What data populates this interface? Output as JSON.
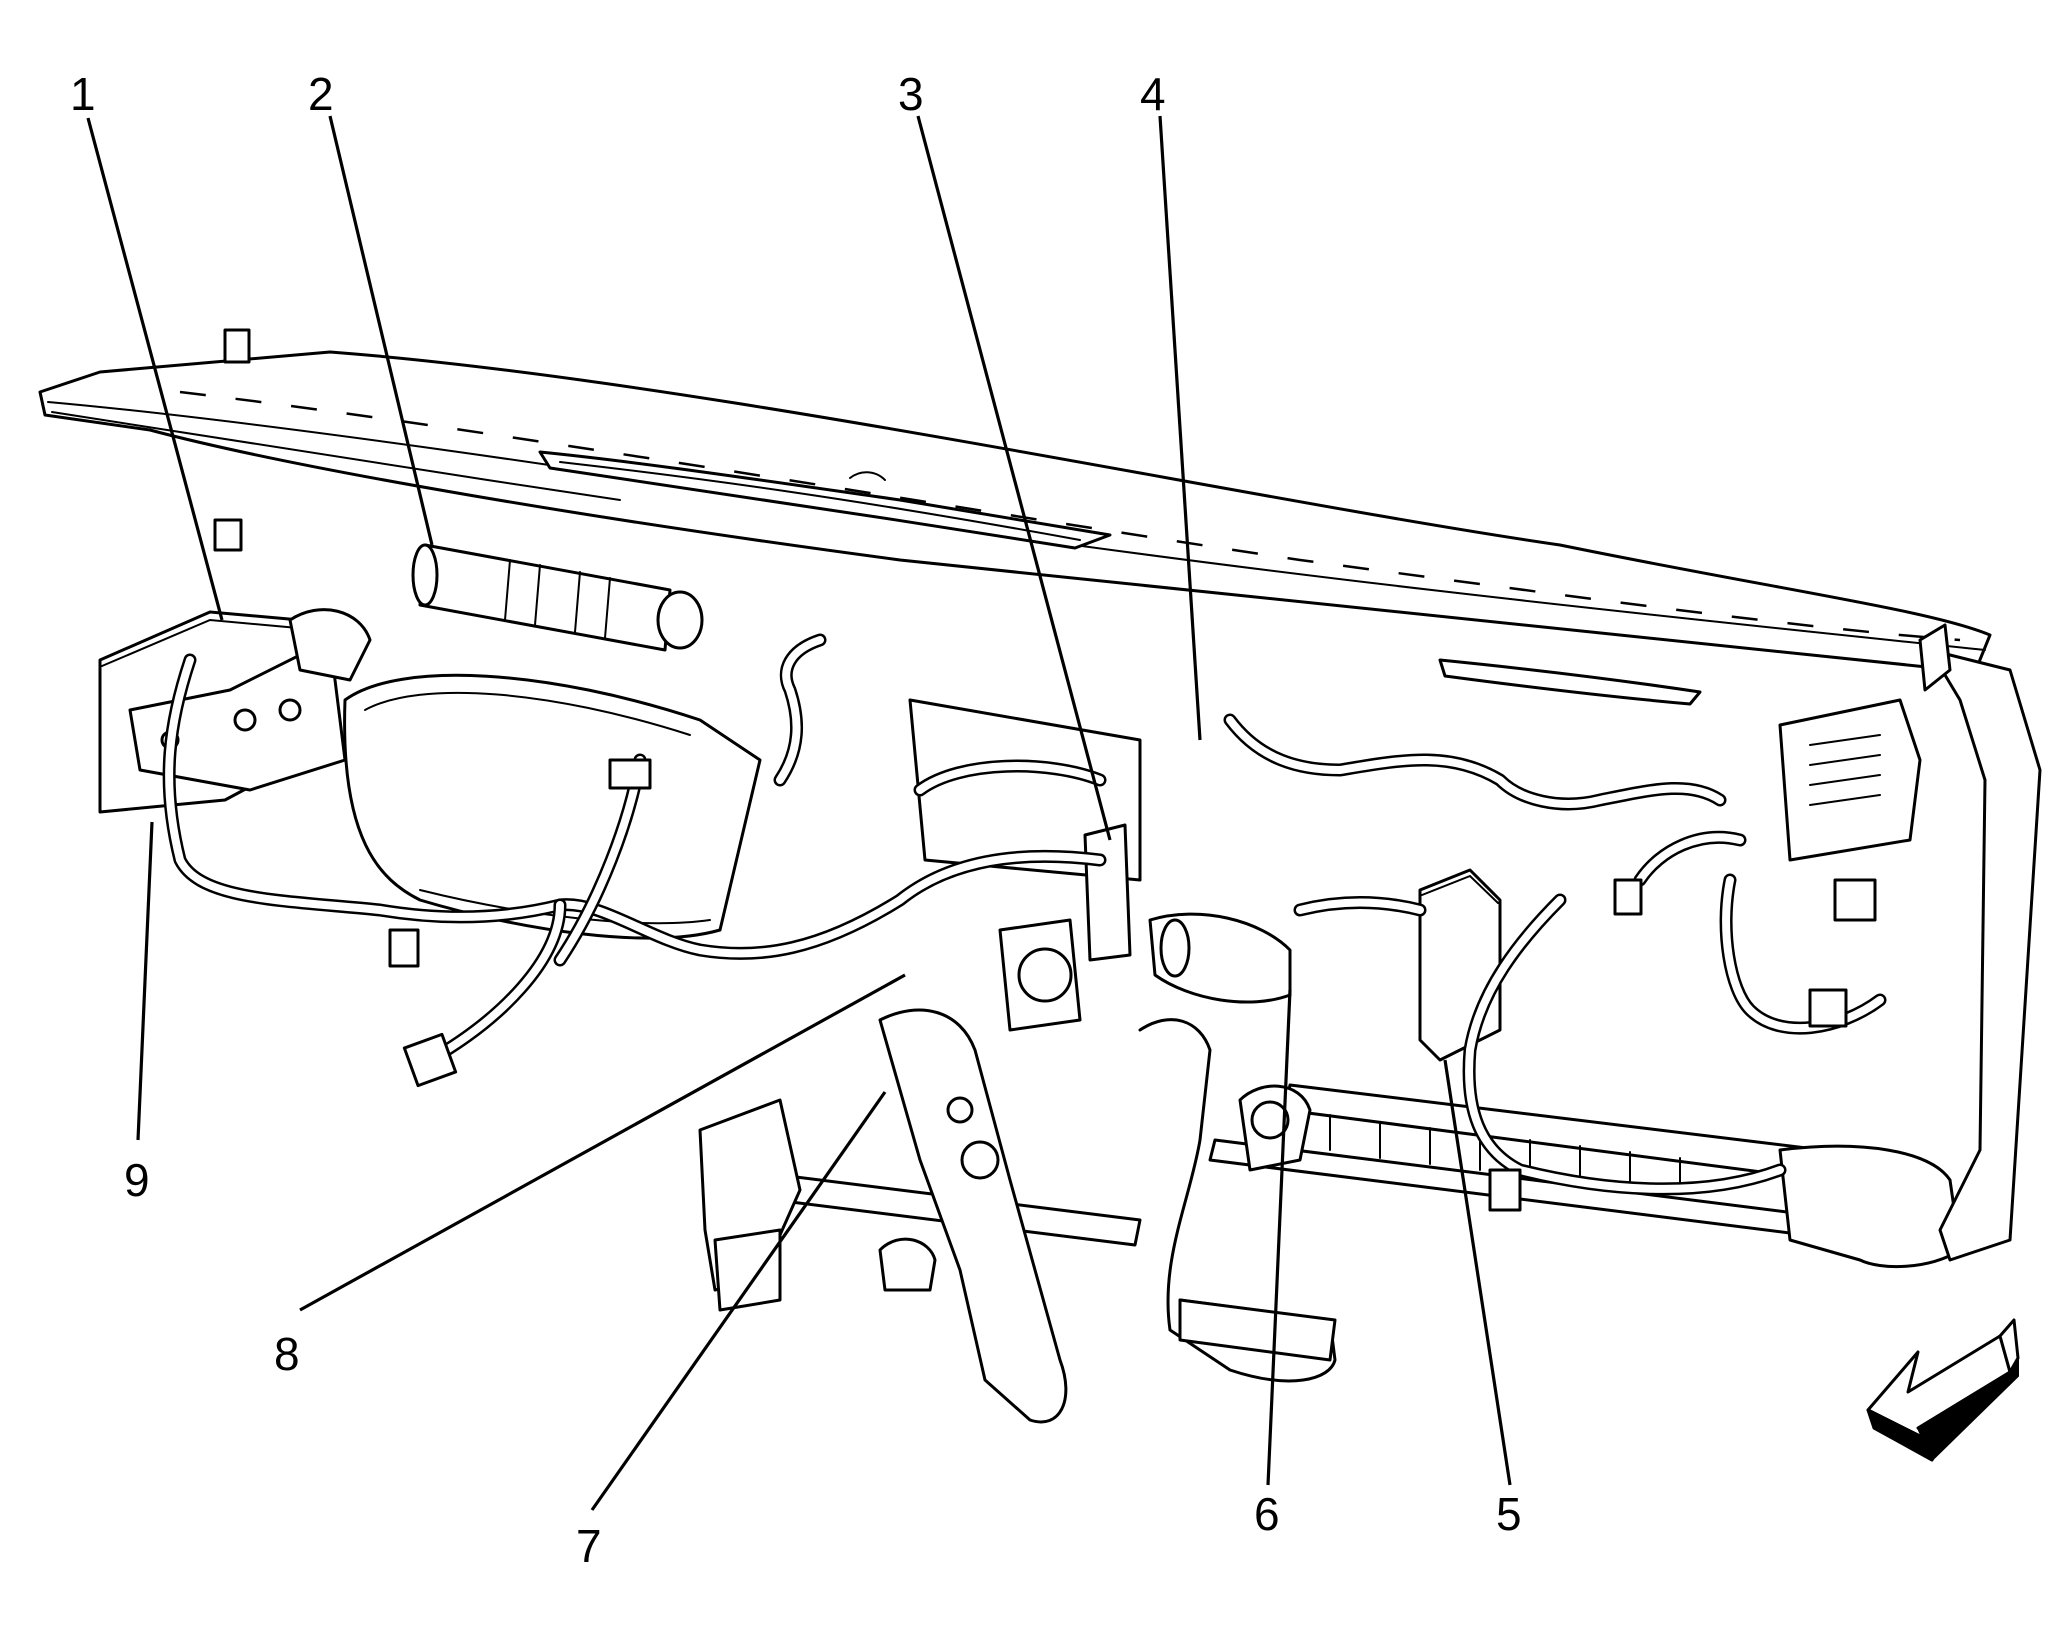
{
  "figure": {
    "callouts": [
      {
        "number": "1"
      },
      {
        "number": "2"
      },
      {
        "number": "3"
      },
      {
        "number": "4"
      },
      {
        "number": "5"
      },
      {
        "number": "6"
      },
      {
        "number": "7"
      },
      {
        "number": "8"
      },
      {
        "number": "9"
      }
    ],
    "icons": {
      "direction": "front-of-vehicle-arrow-icon"
    }
  }
}
